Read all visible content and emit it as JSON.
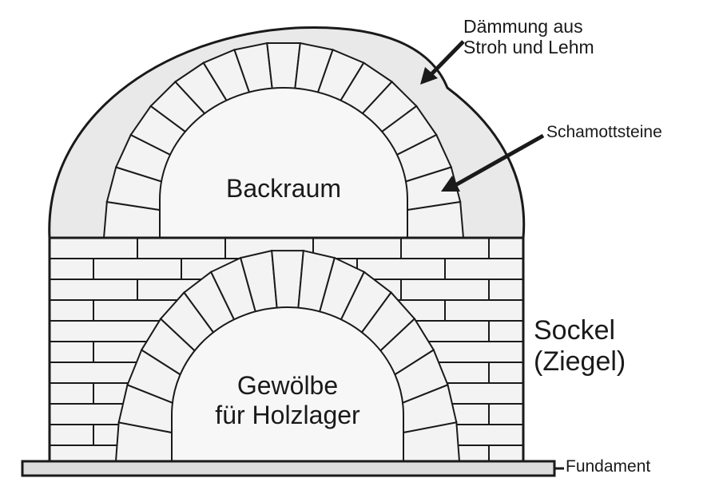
{
  "labels": {
    "insulation_line1": "Dämmung aus",
    "insulation_line2": "Stroh und Lehm",
    "firebricks": "Schamottsteine",
    "bake_chamber": "Backraum",
    "vault_line1": "Gewölbe",
    "vault_line2": "für Holzlager",
    "base_line1": "Sockel",
    "base_line2": "(Ziegel)",
    "foundation": "Fundament"
  },
  "colors": {
    "ink": "#1a1a1a",
    "dome_fill": "#e9e9e9",
    "brick_fill": "#f3f3f3",
    "chamber_fill": "#f7f7f7"
  }
}
